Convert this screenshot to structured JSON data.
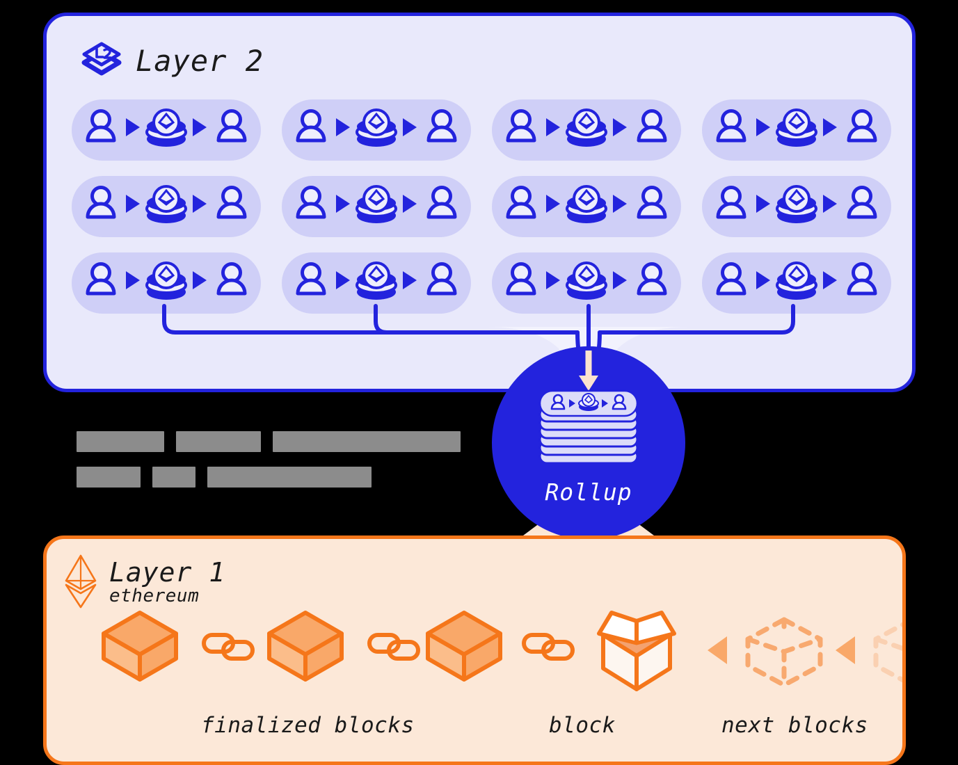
{
  "theme": {
    "canvas_bg": "#000000",
    "l2_fill": "#e9e9fb",
    "l2_border": "#2323dd",
    "l2_pill": "#cfcff7",
    "blue": "#2323dd",
    "l1_fill": "#fce8d8",
    "l1_border": "#f5761a",
    "orange": "#f5761a",
    "orange_light": "#f9a56c",
    "redaction_gray": "#8c8c8c"
  },
  "layer2": {
    "title": "Layer 2",
    "logo_icon": "layers-l2-icon",
    "tx_count": 12,
    "tx_rows": 3,
    "tx_cols": 4,
    "tx_item": {
      "sender_icon": "person-icon",
      "arrow_icon": "triangle-right-icon",
      "value_icon": "eth-coin-stack-icon",
      "receiver_icon": "person-icon"
    }
  },
  "caption": {
    "redacted": true,
    "lines": [
      {
        "words": [
          126,
          122,
          270
        ]
      },
      {
        "words": [
          92,
          62,
          236
        ]
      }
    ]
  },
  "rollup": {
    "label": "Rollup",
    "stack_layers": 8,
    "inbound_arrow_icon": "arrow-down-icon",
    "outbound_arrow_icon": "arrow-down-icon"
  },
  "layer1": {
    "title": "Layer 1",
    "subtitle": "ethereum",
    "logo_icon": "ethereum-diamond-icon",
    "captions": {
      "finalized": "finalized blocks",
      "block": "block",
      "next": "next blocks"
    },
    "chain": [
      {
        "type": "block",
        "name": "finalized-block-1",
        "state": "finalized"
      },
      {
        "type": "link",
        "name": "chain-link-1"
      },
      {
        "type": "block",
        "name": "finalized-block-2",
        "state": "finalized"
      },
      {
        "type": "link",
        "name": "chain-link-2"
      },
      {
        "type": "block",
        "name": "finalized-block-3",
        "state": "finalized"
      },
      {
        "type": "link",
        "name": "chain-link-3"
      },
      {
        "type": "openbox",
        "name": "current-block",
        "state": "open"
      },
      {
        "type": "caret",
        "name": "caret-left-1"
      },
      {
        "type": "ghost",
        "name": "next-block-1",
        "state": "pending"
      },
      {
        "type": "caret",
        "name": "caret-left-2"
      },
      {
        "type": "ghost",
        "name": "next-block-2",
        "state": "pending"
      }
    ]
  }
}
